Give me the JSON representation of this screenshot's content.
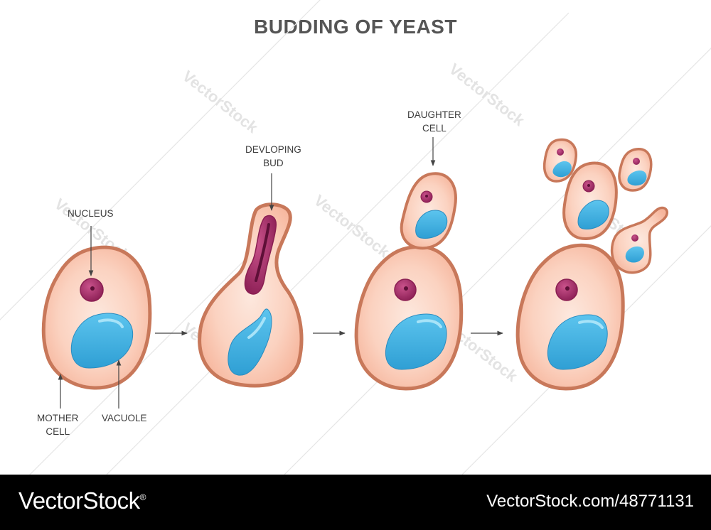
{
  "title": "BUDDING OF YEAST",
  "labels": {
    "nucleus": "NUCLEUS",
    "mother_cell": [
      "MOTHER",
      "CELL"
    ],
    "vacuole": "VACUOLE",
    "developing_bud": [
      "DEVLOPING",
      "BUD"
    ],
    "daughter_cell": [
      "DAUGHTER",
      "CELL"
    ]
  },
  "watermark": "VectorStock",
  "footer": {
    "brand": "VectorStock",
    "registered": "®",
    "image_ref": "VectorStock.com/48771131"
  },
  "colors": {
    "cell_fill": "#f9c6b3",
    "cell_outline": "#c8785a",
    "nucleus": "#a8326a",
    "vacuole": "#3fb0de",
    "title": "#555555"
  }
}
